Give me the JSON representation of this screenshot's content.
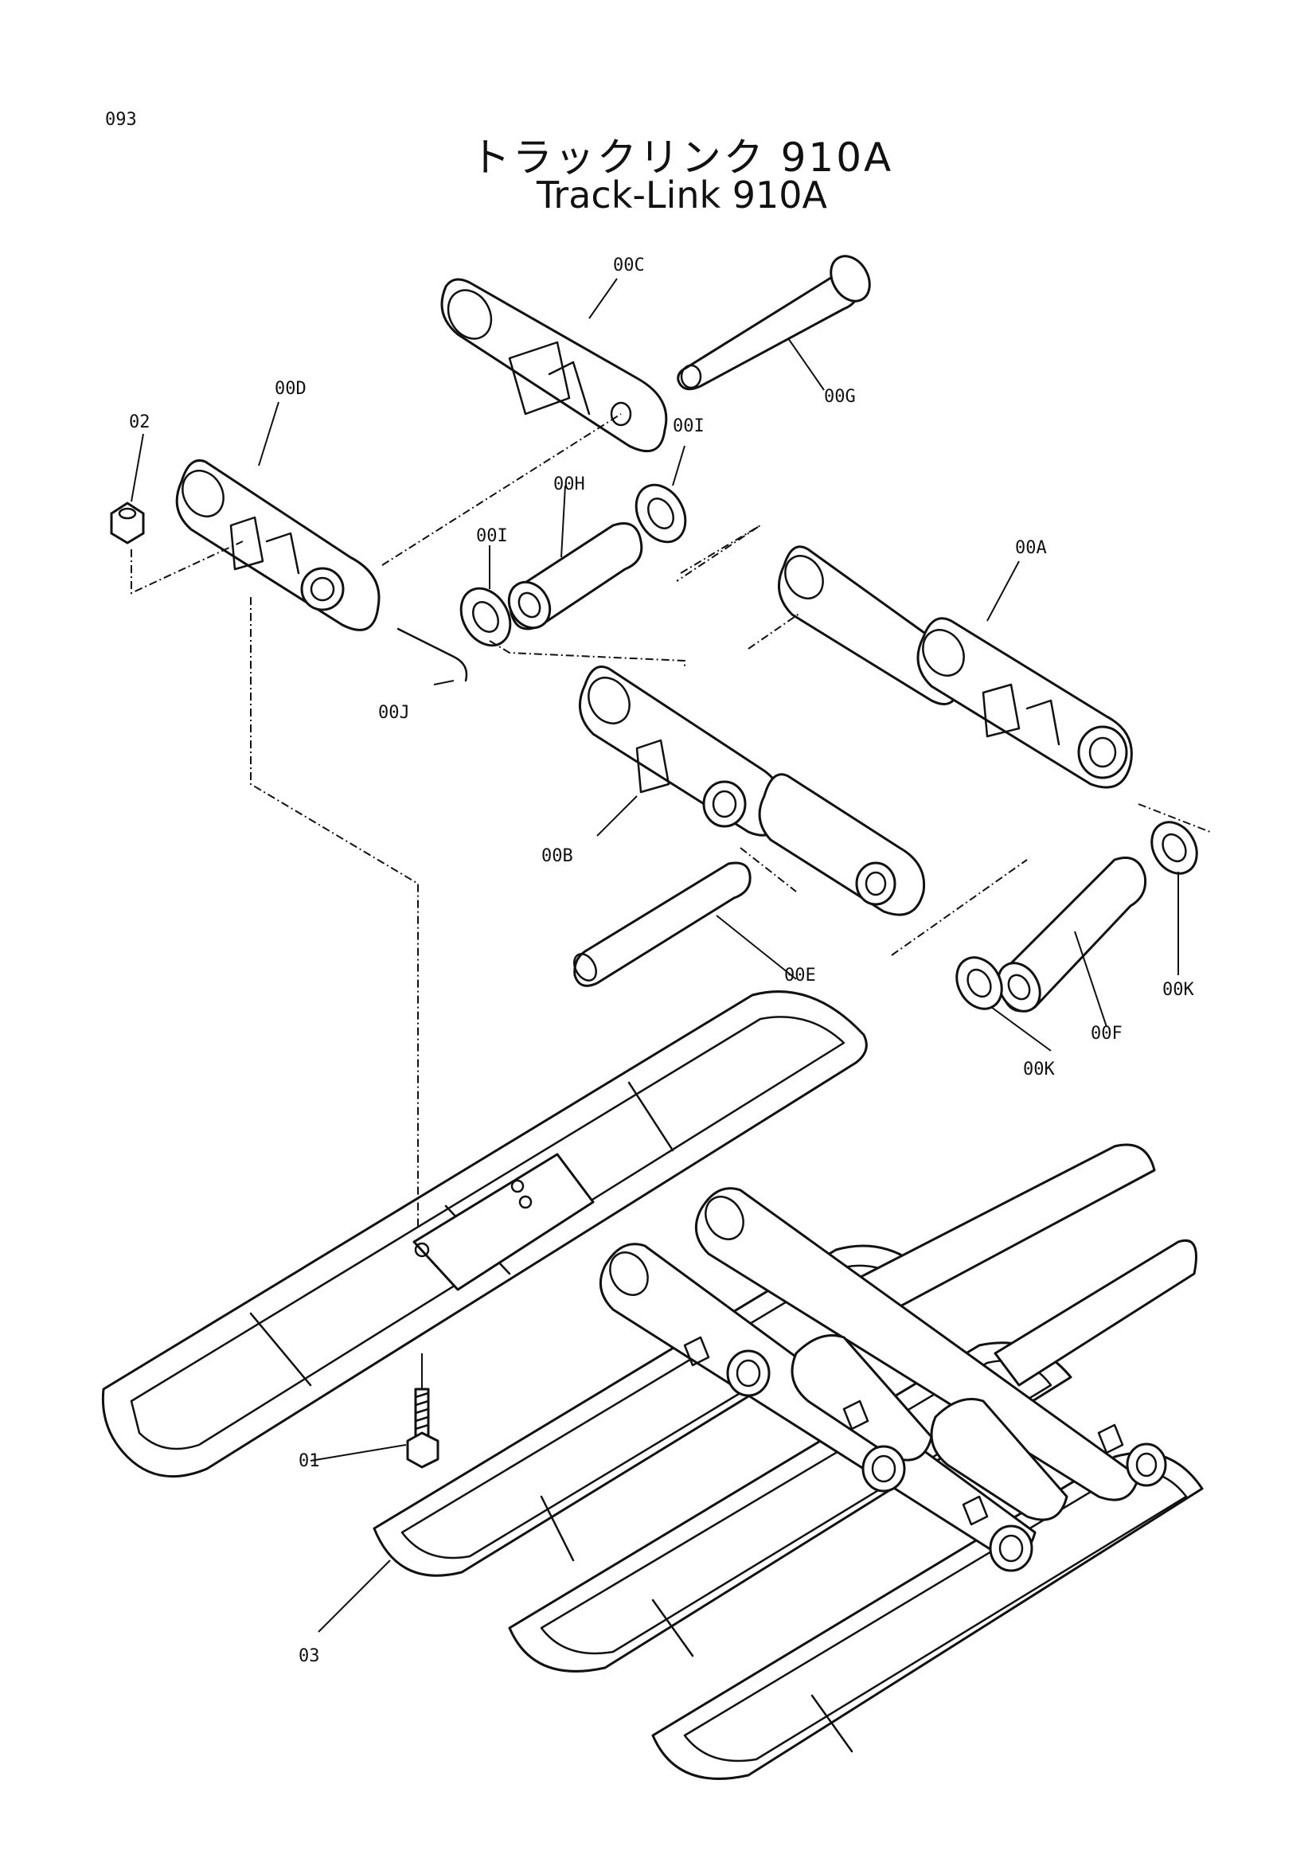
{
  "page": {
    "number": "093"
  },
  "title": {
    "japanese": "トラックリンク 910A",
    "english": "Track-Link 910A"
  },
  "callouts": {
    "c_00c": "00C",
    "c_00g": "00G",
    "c_00d": "00D",
    "c_02": "02",
    "c_00i_top": "00I",
    "c_00h": "00H",
    "c_00i_left": "00I",
    "c_00a": "00A",
    "c_00j": "00J",
    "c_00b": "00B",
    "c_00e": "00E",
    "c_00k_right": "00K",
    "c_00f": "00F",
    "c_00k_bottom": "00K",
    "c_01": "01",
    "c_03": "03"
  }
}
